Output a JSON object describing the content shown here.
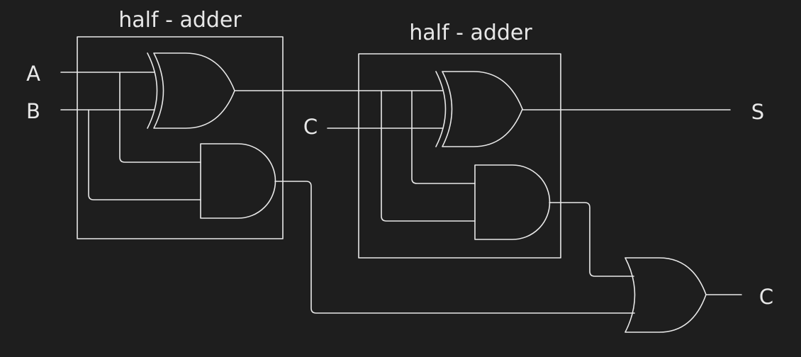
{
  "colors": {
    "background": "#1e1e1e",
    "line": "#e8e8e8",
    "text": "#e8e8e8"
  },
  "modules": [
    {
      "title": "half - adder"
    },
    {
      "title": "half - adder"
    }
  ],
  "inputs": {
    "a": "A",
    "b": "B",
    "c": "C"
  },
  "outputs": {
    "sum": "S",
    "carry": "C"
  },
  "gates": [
    {
      "type": "XOR",
      "module": 1
    },
    {
      "type": "AND",
      "module": 1
    },
    {
      "type": "XOR",
      "module": 2
    },
    {
      "type": "AND",
      "module": 2
    },
    {
      "type": "OR",
      "module": null
    }
  ]
}
